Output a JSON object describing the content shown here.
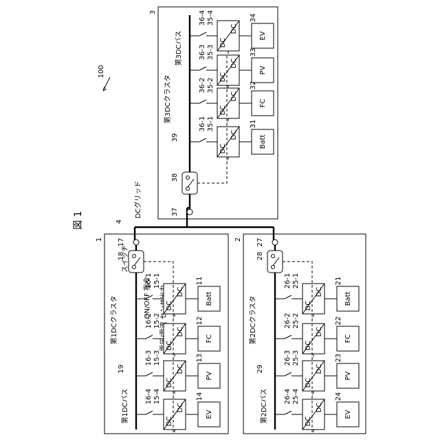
{
  "figure": {
    "title": "図 1",
    "system_ref": "100",
    "grid_ref": "4",
    "grid_label": "DCグリッド"
  },
  "clusters": [
    {
      "id": "c1",
      "ref": "1",
      "name": "第1DCクラスタ",
      "bus_label": "第1DCバス",
      "bus_ref": "19",
      "node_ref": "17",
      "switch_ref": "18",
      "switch_label": "スイッチ",
      "onoff_label": "ON/OFF 指令",
      "sensor_label": "電圧/電流 センサ出力",
      "units": [
        {
          "breaker_ref": "16-1",
          "conv_ref": "15-1",
          "device_ref": "11",
          "device": "Batt",
          "conv_in": "DC",
          "conv_out": "DC"
        },
        {
          "breaker_ref": "16-2",
          "conv_ref": "15-2",
          "device_ref": "12",
          "device": "FC",
          "conv_in": "DC",
          "conv_out": "DC"
        },
        {
          "breaker_ref": "16-3",
          "conv_ref": "15-3",
          "device_ref": "13",
          "device": "PV",
          "conv_in": "DC",
          "conv_out": "DC"
        },
        {
          "breaker_ref": "16-4",
          "conv_ref": "15-4",
          "device_ref": "14",
          "device": "EV",
          "conv_in": "DC",
          "conv_out": "DC"
        }
      ]
    },
    {
      "id": "c2",
      "ref": "2",
      "name": "第2DCクラスタ",
      "bus_label": "第2DCバス",
      "bus_ref": "29",
      "node_ref": "27",
      "switch_ref": "28",
      "units": [
        {
          "breaker_ref": "26-1",
          "conv_ref": "25-1",
          "device_ref": "21",
          "device": "Batt",
          "conv_in": "DC",
          "conv_out": "DC"
        },
        {
          "breaker_ref": "26-2",
          "conv_ref": "25-2",
          "device_ref": "22",
          "device": "FC",
          "conv_in": "DC",
          "conv_out": "DC"
        },
        {
          "breaker_ref": "26-3",
          "conv_ref": "25-3",
          "device_ref": "23",
          "device": "PV",
          "conv_in": "DC",
          "conv_out": "DC"
        },
        {
          "breaker_ref": "26-4",
          "conv_ref": "25-4",
          "device_ref": "24",
          "device": "EV",
          "conv_in": "DC",
          "conv_out": "DC"
        }
      ]
    },
    {
      "id": "c3",
      "ref": "3",
      "name": "第3DCクラスタ",
      "bus_label": "第3DCバス",
      "bus_ref": "39",
      "node_ref": "37",
      "switch_ref": "38",
      "units": [
        {
          "breaker_ref": "36-1",
          "conv_ref": "35-1",
          "device_ref": "31",
          "device": "Batt",
          "conv_in": "DC",
          "conv_out": "DC"
        },
        {
          "breaker_ref": "36-2",
          "conv_ref": "35-2",
          "device_ref": "32",
          "device": "FC",
          "conv_in": "DC",
          "conv_out": "DC"
        },
        {
          "breaker_ref": "36-3",
          "conv_ref": "35-3",
          "device_ref": "33",
          "device": "PV",
          "conv_in": "DC",
          "conv_out": "DC"
        },
        {
          "breaker_ref": "36-4",
          "conv_ref": "35-4",
          "device_ref": "34",
          "device": "EV",
          "conv_in": "DC",
          "conv_out": "DC"
        }
      ]
    }
  ]
}
